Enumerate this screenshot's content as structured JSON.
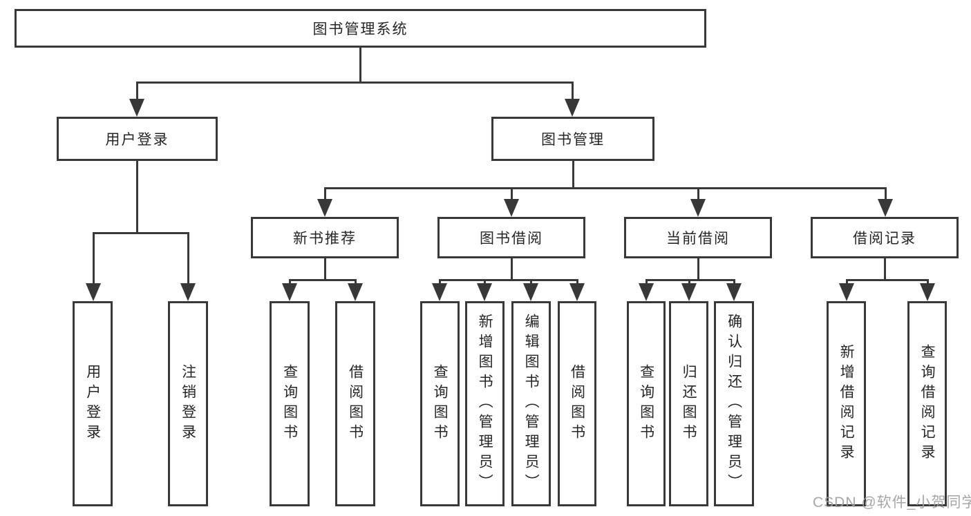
{
  "diagram": {
    "title": "图书管理系统",
    "type": "hierarchy-tree",
    "colors": {
      "line": "#383838",
      "node_border": "#383838",
      "node_text": "#262626",
      "background": "#ffffff",
      "watermark_text": "#9e9e9e"
    },
    "nodes": {
      "root": "图书管理系统",
      "user_login": "用户登录",
      "book_mgmt": "图书管理",
      "new_book_rec": "新书推荐",
      "book_borrow": "图书借阅",
      "current_borrow": "当前借阅",
      "borrow_records": "借阅记录",
      "ul_user_login": "用户登录",
      "ul_logout": "注销登录",
      "nr_query_book": "查询图书",
      "nr_borrow_book": "借阅图书",
      "bb_query_book": "查询图书",
      "bb_add_book": "新增图书（管理员）",
      "bb_edit_book": "编辑图书（管理员）",
      "bb_borrow_book": "借阅图书",
      "cb_query_book": "查询图书",
      "cb_return_book": "归还图书",
      "cb_confirm_return": "确认归还（管理员）",
      "br_add_record": "新增借阅记录",
      "br_query_record": "查询借阅记录"
    },
    "hierarchy": {
      "图书管理系统": {
        "用户登录": [
          "用户登录",
          "注销登录"
        ],
        "图书管理": {
          "新书推荐": [
            "查询图书",
            "借阅图书"
          ],
          "图书借阅": [
            "查询图书",
            "新增图书（管理员）",
            "编辑图书（管理员）",
            "借阅图书"
          ],
          "当前借阅": [
            "查询图书",
            "归还图书",
            "确认归还（管理员）"
          ],
          "借阅记录": [
            "新增借阅记录",
            "查询借阅记录"
          ]
        }
      }
    }
  },
  "watermark": {
    "text": "CSDN @软件_小贺同学"
  }
}
